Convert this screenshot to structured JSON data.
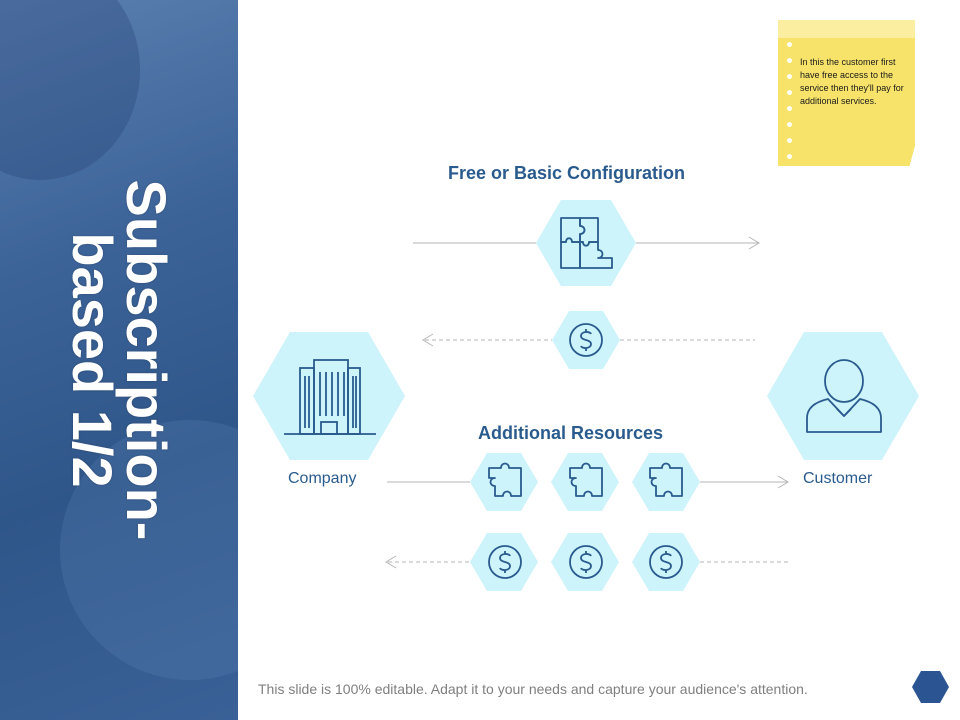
{
  "sidebar": {
    "title_line1": "Subscription-",
    "title_line2": "based 1/2"
  },
  "note": {
    "text": "In this the customer first have free access to the service then they'll pay for additional services."
  },
  "diagram": {
    "top_heading": "Free or Basic Configuration",
    "bottom_heading": "Additional Resources",
    "left_label": "Company",
    "right_label": "Customer",
    "icons": {
      "company": "building-icon",
      "customer": "person-icon",
      "top_service": "puzzle-icon",
      "payment": "dollar-coin-icon",
      "additional_resource": "puzzle-piece-icon"
    }
  },
  "footer": {
    "text": "This slide is 100% editable. Adapt it to your needs and capture your audience's attention."
  },
  "colors": {
    "sidebar_blue": "#3a6197",
    "hex_fill": "#cdf3fb",
    "icon_stroke": "#2a5b8e",
    "heading_blue": "#2a5b8e",
    "note_yellow": "#f7e36a",
    "nav_hex": "#2a5592"
  }
}
